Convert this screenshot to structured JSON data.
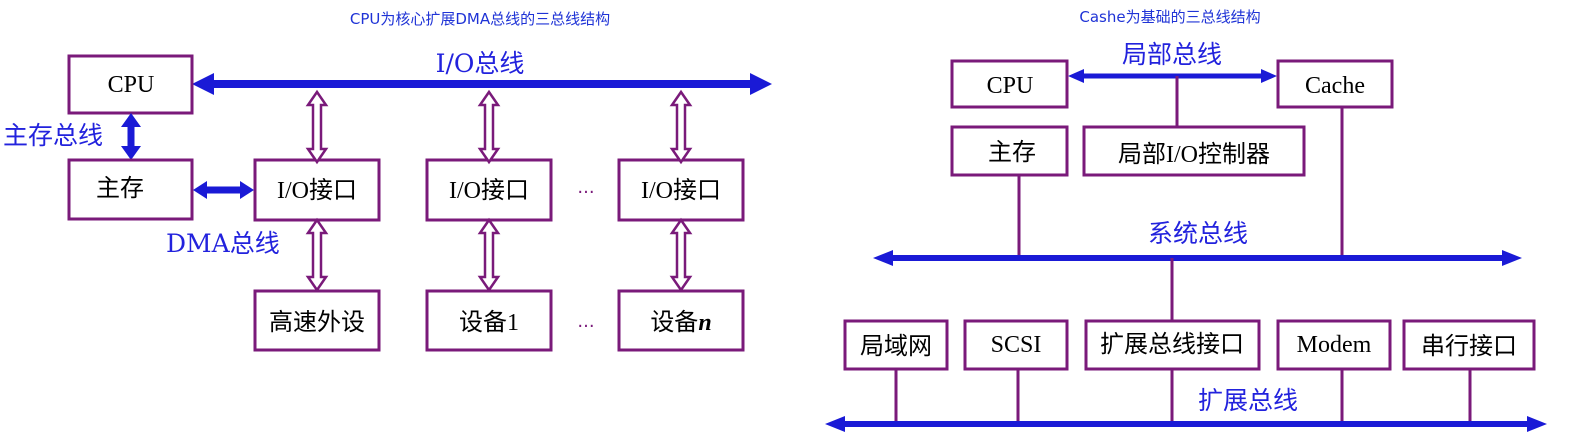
{
  "left": {
    "title": "CPU为核心扩展DMA总线的三总线结构",
    "cpu": "CPU",
    "io_bus": "I/O总线",
    "main_bus": "主存总线",
    "memory": "主存",
    "dma_bus": "DMA总线",
    "io_interfaces": [
      "I/O接口",
      "I/O接口",
      "I/O接口"
    ],
    "ellipsis": "···",
    "devices": [
      "高速外设",
      "设备1",
      "设备"
    ],
    "device_n_suffix": "n"
  },
  "right": {
    "title": "Cashe为基础的三总线结构",
    "cpu": "CPU",
    "local_bus": "局部总线",
    "cache": "Cache",
    "memory": "主存",
    "local_io": "局部I/O控制器",
    "system_bus": "系统总线",
    "ext_modules": [
      "局域网",
      "SCSI",
      "扩展总线接口",
      "Modem",
      "串行接口"
    ],
    "ext_bus": "扩展总线"
  }
}
